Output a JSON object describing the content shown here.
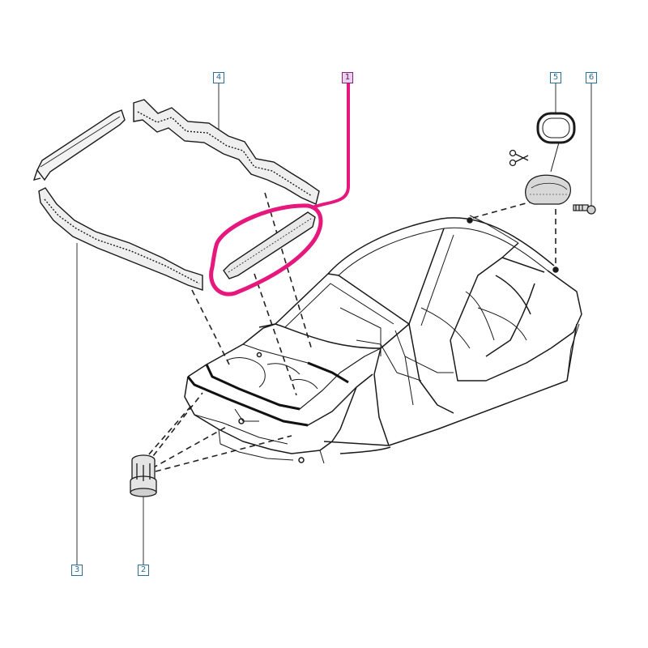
{
  "callouts": {
    "c1": {
      "label": "1"
    },
    "c2": {
      "label": "2"
    },
    "c3": {
      "label": "3"
    },
    "c4": {
      "label": "4"
    },
    "c5": {
      "label": "5"
    },
    "c6": {
      "label": "6"
    }
  },
  "colors": {
    "line": "#1a1a1a",
    "callout": "#2a6e9c",
    "highlight": "#e6187e",
    "seal_fill": "#f0f0f0"
  },
  "icons": [
    "scissors-icon"
  ]
}
